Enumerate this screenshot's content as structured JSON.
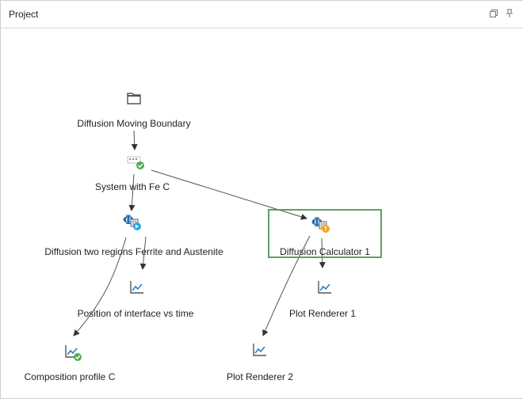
{
  "window": {
    "title": "Project",
    "buttons": [
      {
        "name": "restore-window-icon"
      },
      {
        "name": "pin-icon"
      }
    ]
  },
  "nodes": [
    {
      "id": "diffusion-moving-boundary",
      "label": "Diffusion Moving Boundary",
      "icon": "folder-icon",
      "status": "none"
    },
    {
      "id": "system-with-fe-c",
      "label": "System with Fe C",
      "icon": "system-definer-icon",
      "status": "ok"
    },
    {
      "id": "diffusion-two-regions",
      "label": "Diffusion two regions Ferrite and Austenite",
      "icon": "diffusion-calculator-icon",
      "status": "running"
    },
    {
      "id": "diffusion-calculator-1",
      "label": "Diffusion Calculator 1",
      "icon": "diffusion-calculator-icon",
      "status": "warning",
      "selected": true
    },
    {
      "id": "position-of-interface",
      "label": "Position of interface vs time",
      "icon": "plot-renderer-icon",
      "status": "none"
    },
    {
      "id": "plot-renderer-1",
      "label": "Plot Renderer 1",
      "icon": "plot-renderer-icon",
      "status": "none"
    },
    {
      "id": "composition-profile-c",
      "label": "Composition profile C",
      "icon": "plot-renderer-icon",
      "status": "ok"
    },
    {
      "id": "plot-renderer-2",
      "label": "Plot Renderer 2",
      "icon": "plot-renderer-icon",
      "status": "none"
    }
  ],
  "colors": {
    "selection_border": "#5aa264",
    "ok_badge": "#4caf50",
    "warning_badge": "#f5a623",
    "running_badge": "#29a8e0",
    "phi_blue": "#1f6fb3",
    "plot_blue": "#2f7fc8"
  }
}
